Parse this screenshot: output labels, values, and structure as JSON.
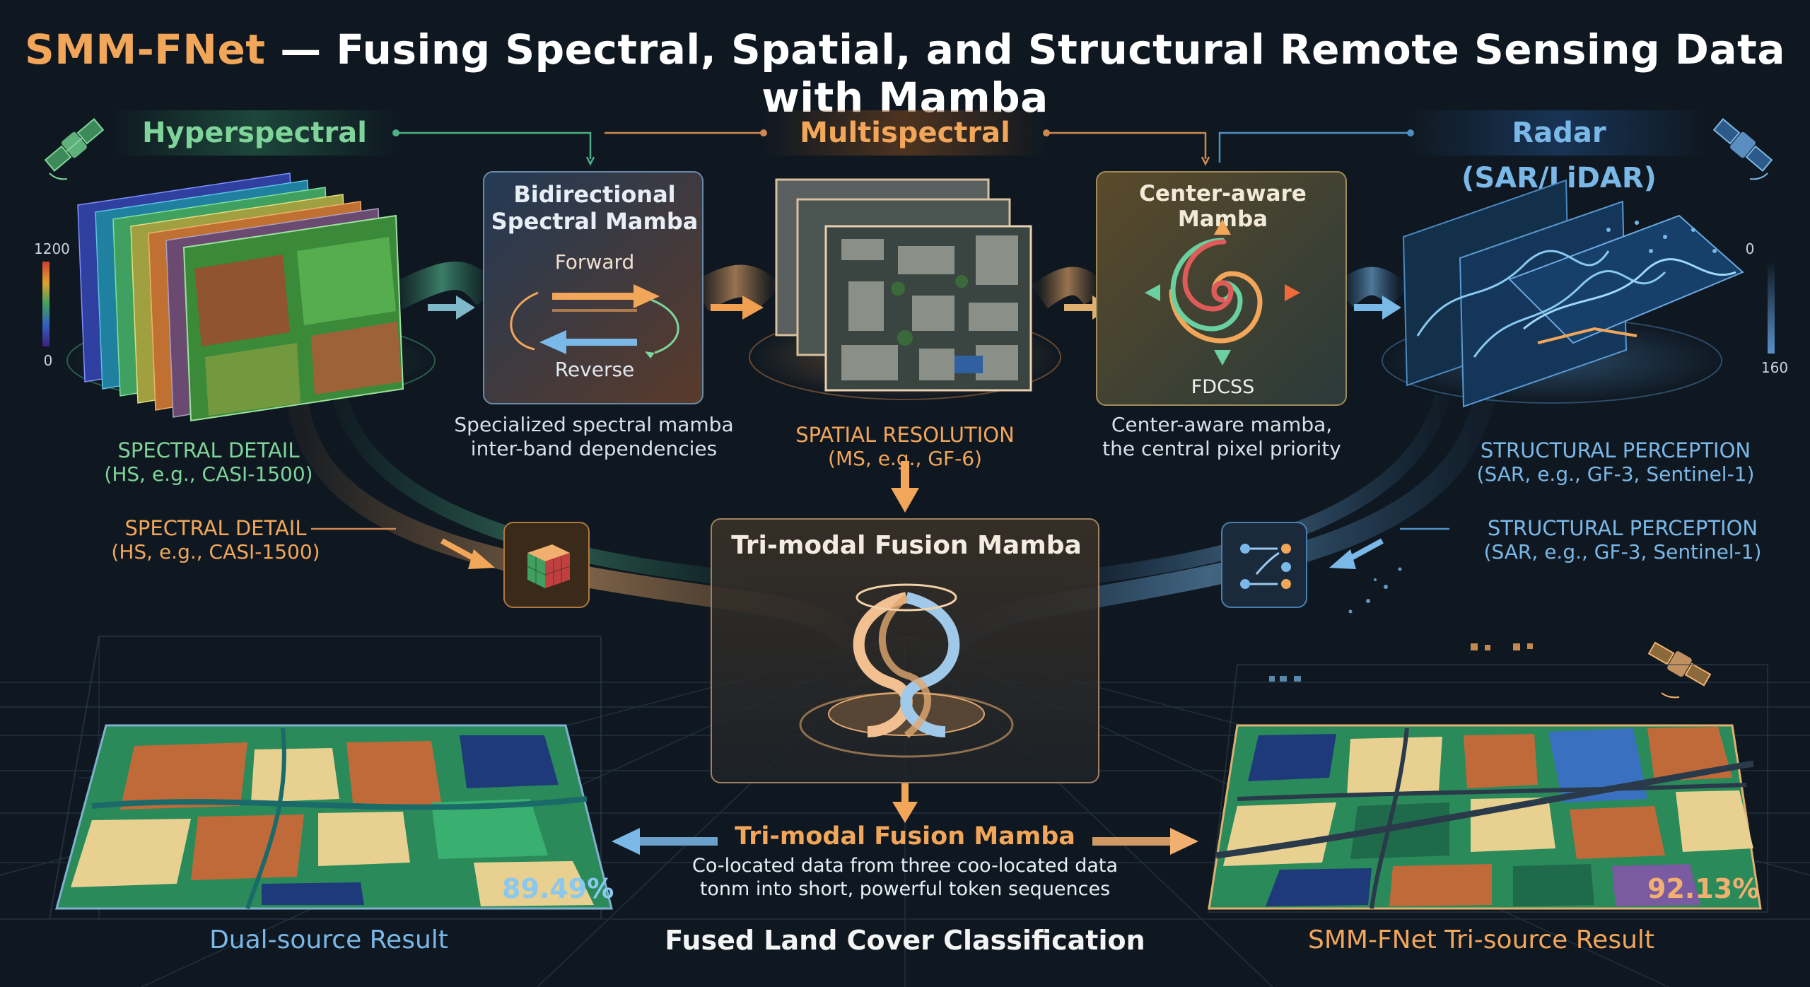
{
  "title": {
    "accent": "SMM-FNet",
    "rest": " — Fusing Spectral, Spatial, and Structural Remote Sensing Data with Mamba"
  },
  "modalities": {
    "hyperspectral": "Hyperspectral",
    "multispectral": "Multispectral",
    "radar": "Radar (SAR/LiDAR)"
  },
  "hs_colorbar": {
    "max": "1200",
    "min": "0"
  },
  "radar_colorbar": {
    "top": "0",
    "bottom": "160"
  },
  "bsm": {
    "title_line1": "Bidirectional",
    "title_line2": "Spectral Mamba",
    "forward": "Forward",
    "reverse": "Reverse",
    "caption_line1": "Specialized spectral mamba",
    "caption_line2": "inter-band dependencies"
  },
  "cam": {
    "title": "Center-aware Mamba",
    "fdcss": "FDCSS",
    "caption_line1": "Center-aware mamba,",
    "caption_line2": "the central pixel priority"
  },
  "labels": {
    "spectral_detail": "SPECTRAL DETAIL",
    "spectral_detail_sub": "(HS, e.g., CASI-1500)",
    "spectral_detail_2": "SPECTRAL DETAIL",
    "spectral_detail_sub_2": "(HS, e.g., CASI-1500)",
    "spatial_resolution": "SPATIAL RESOLUTION",
    "spatial_resolution_sub": "(MS, e.g., GF-6)",
    "structural_perception": "STRUCTURAL PERCEPTION",
    "structural_perception_sub": "(SAR, e.g., GF-3, Sentinel-1)",
    "structural_perception_2": "STRUCTURAL PERCEPTION",
    "structural_perception_sub_2": "(SAR, e.g., GF-3, Sentinel-1)"
  },
  "fusion": {
    "title": "Tri-modal Fusion Mamba",
    "bottom_title": "Tri-modal Fusion Mamba",
    "desc_line1": "Co-located data from three coo-located data",
    "desc_line2": "tonm into short, powerful token sequences"
  },
  "results": {
    "dual_label": "Dual-source Result",
    "dual_pct": "89.49%",
    "tri_label": "SMM-FNet Tri-source Result",
    "tri_pct": "92.13%",
    "center_label": "Fused Land Cover Classification"
  },
  "colors": {
    "accent_orange": "#f2a65a",
    "hs_green": "#7fd49a",
    "ms_orange": "#f0a050",
    "radar_blue": "#7ab8e8",
    "background": "#0f1821"
  },
  "icons": [
    "satellite-icon",
    "cube-icon",
    "network-icon",
    "spiral-icon",
    "mamba-swirl-icon"
  ]
}
